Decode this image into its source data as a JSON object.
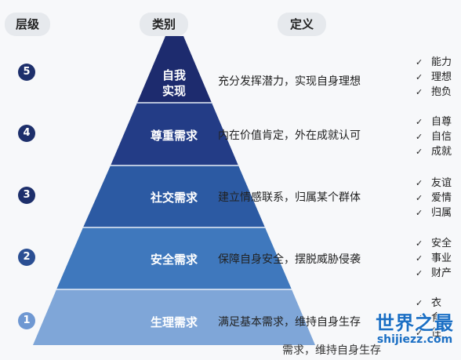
{
  "headers": {
    "level": "层级",
    "category": "类别",
    "definition": "定义"
  },
  "levels": [
    {
      "num": "5",
      "category_line1": "自我",
      "category_line2": "实现",
      "definition": "充分发挥潜力，实现自身理想",
      "ticks": [
        "能力",
        "理想",
        "抱负"
      ]
    },
    {
      "num": "4",
      "category_line1": "尊重需求",
      "category_line2": "",
      "definition": "内在价值肯定，外在成就认可",
      "ticks": [
        "自尊",
        "自信",
        "成就"
      ]
    },
    {
      "num": "3",
      "category_line1": "社交需求",
      "category_line2": "",
      "definition": "建立情感联系，归属某个群体",
      "ticks": [
        "友谊",
        "爱情",
        "归属"
      ]
    },
    {
      "num": "2",
      "category_line1": "安全需求",
      "category_line2": "",
      "definition": "保障自身安全，摆脱威胁侵袭",
      "ticks": [
        "安全",
        "事业",
        "财产"
      ]
    },
    {
      "num": "1",
      "category_line1": "生理需求",
      "category_line2": "",
      "definition": "满足基本需求，维持自身生存",
      "ticks": [
        "衣",
        "食",
        "住"
      ]
    }
  ],
  "check_glyph": "✓",
  "watermark": {
    "line1": "世界之最",
    "line2": "shijiezz.com"
  },
  "overflow_text": "需求，维持自身生存",
  "colors": {
    "band5": "#1d2b6e",
    "band4": "#233c86",
    "band3": "#2c5aa3",
    "band2": "#3f78bd",
    "band1": "#7fa6d8",
    "circle_dark": "#1d2f6b",
    "circle_light": "#6f98d2"
  }
}
